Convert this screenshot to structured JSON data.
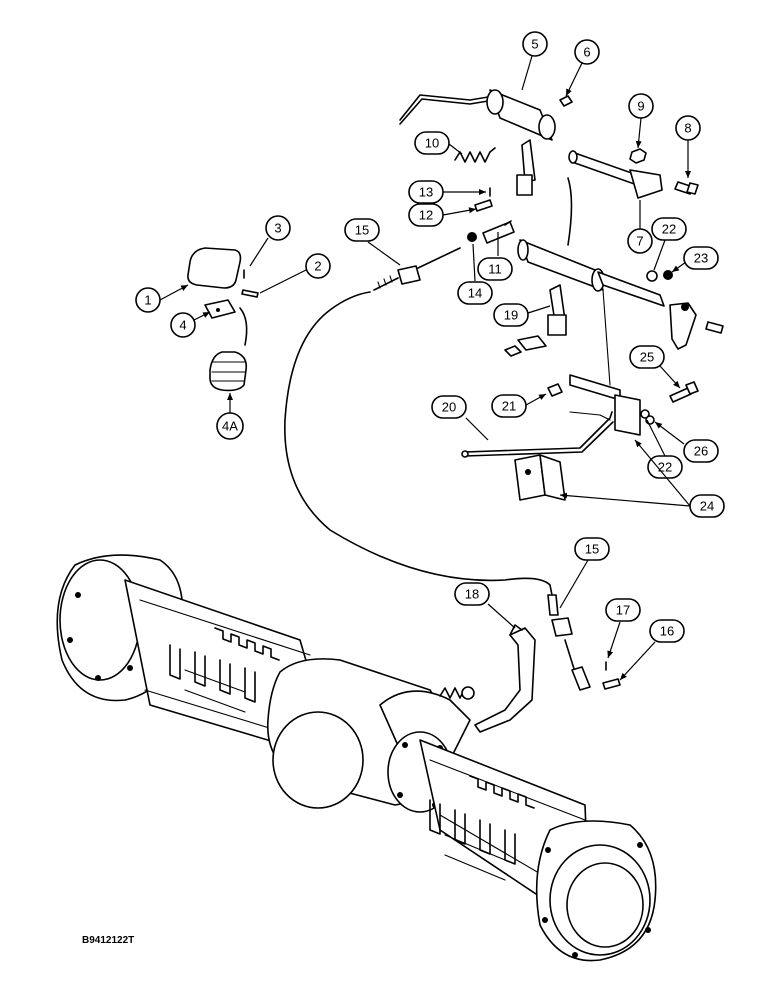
{
  "callouts": {
    "c1": "1",
    "c2": "2",
    "c3": "3",
    "c4": "4",
    "c4a": "4A",
    "c5": "5",
    "c6": "6",
    "c7": "7",
    "c8": "8",
    "c9": "9",
    "c10": "10",
    "c11": "11",
    "c12": "12",
    "c13": "13",
    "c14": "14",
    "c15a": "15",
    "c15b": "15",
    "c16": "16",
    "c17": "17",
    "c18": "18",
    "c19": "19",
    "c20": "20",
    "c21": "21",
    "c22a": "22",
    "c22b": "22",
    "c23": "23",
    "c24": "24",
    "c25": "25",
    "c26": "26"
  },
  "drawing_code": "B9412122T"
}
